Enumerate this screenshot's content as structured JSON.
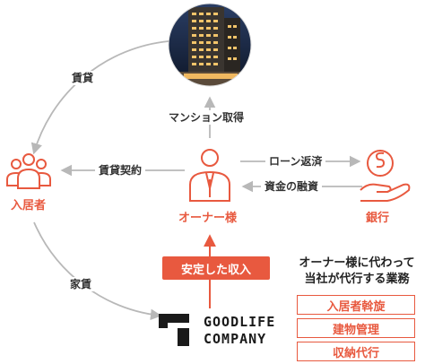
{
  "edges": {
    "rent": "賃貸",
    "mansion_acquisition": "マンション取得",
    "lease_contract": "賃貸契約",
    "loan_repayment": "ローン返済",
    "funding": "資金の融資",
    "house_rent": "家賃"
  },
  "nodes": {
    "tenant": "入居者",
    "owner": "オーナー様",
    "bank": "銀行"
  },
  "badge": "安定した収入",
  "company": {
    "line1": "GOODLIFE",
    "line2": "COMPANY"
  },
  "services": {
    "title_line1": "オーナー様に代わって",
    "title_line2": "当社が代行する業務",
    "items": [
      "入居者斡旋",
      "建物管理",
      "収納代行"
    ]
  },
  "colors": {
    "accent": "#e8593f",
    "arrow": "#b8b8b8",
    "text": "#333333"
  }
}
